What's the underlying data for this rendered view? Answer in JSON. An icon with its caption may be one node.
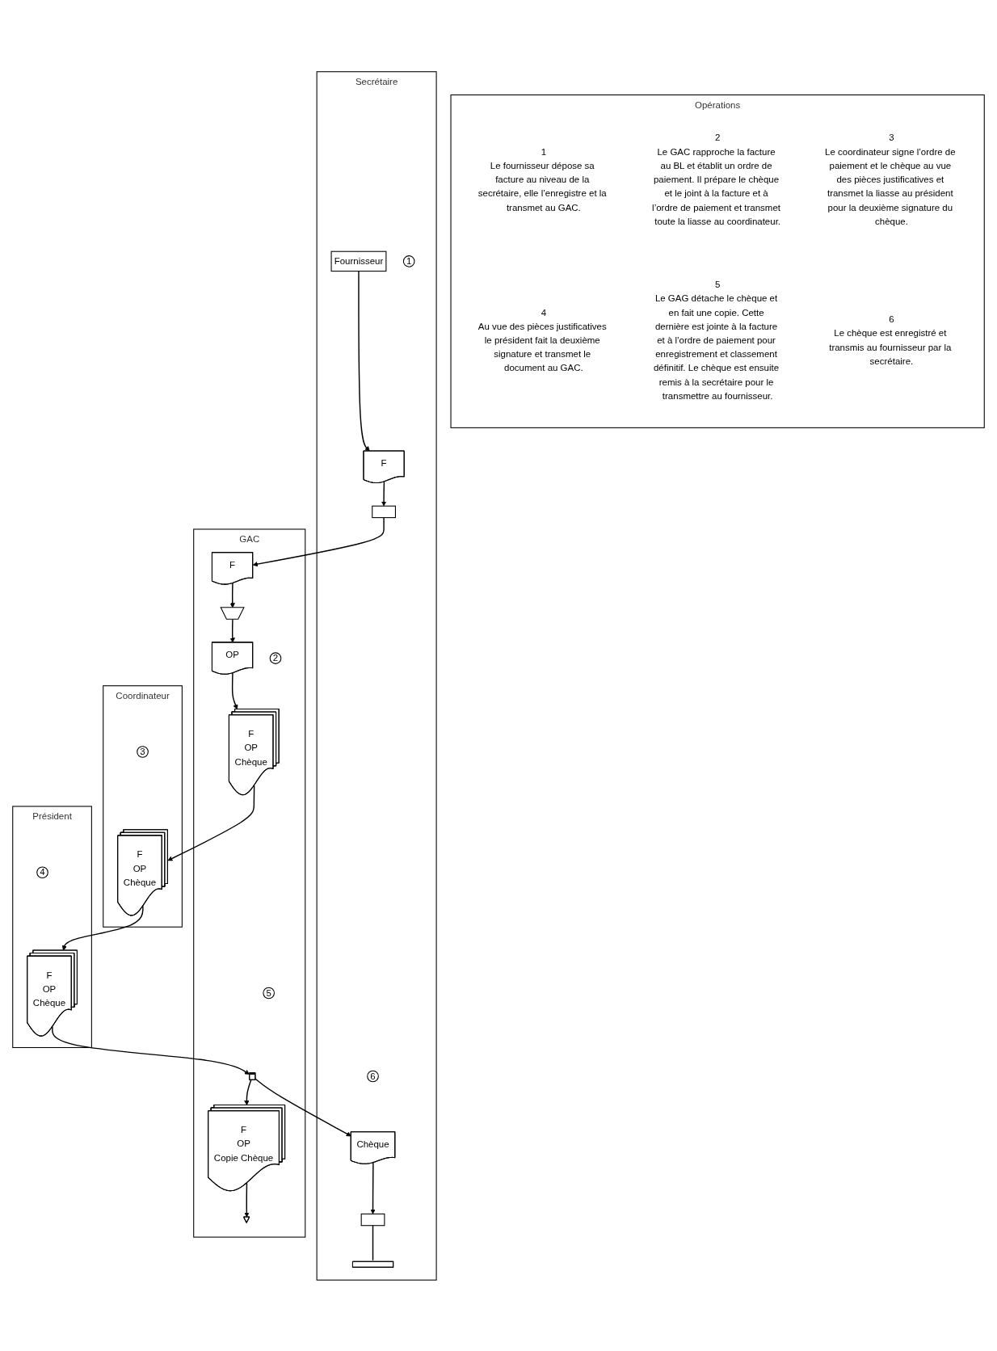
{
  "diagram": {
    "nodes": [
      {
        "text": [
          "Opérations"
        ]
      },
      {
        "text": [
          "1",
          "Le fournisseur dépose sa facture au niveau de la secrétaire, elle l’enregistre et la transmet au GAC."
        ],
        "in": 0
      },
      {
        "text": [
          "2",
          "Le GAC rapproche la facture au BL et établit un ordre de paiement. Il prépare le chèque et le joint à la facture et à l’ordre de paiement et transmet toute la liasse au coordinateur."
        ],
        "in": 0
      },
      {
        "text": [
          "3",
          "Le coordinateur signe l’ordre de paiement et le chèque au vue des pièces justificatives et transmet la liasse au président pour la deuxième signature du chèque."
        ],
        "in": 0
      },
      {
        "text": [
          "4",
          "Au vue des pièces justificatives le président fait la deuxième signature et transmet le document au GAC."
        ],
        "in": 0
      },
      {
        "text": [
          "5",
          "Le GAG détache le chèque et en fait une copie. Cette dernière est jointe à la facture et à l’ordre de paiement pour enregistrement et classement définitif. Le chèque est ensuite remis à la secrétaire pour le transmettre au fournisseur."
        ],
        "in": 0
      },
      {
        "text": [
          "6",
          "Le chèque est enregistré et transmis au fournisseur par la secrétaire."
        ],
        "in": 0
      },
      {
        "text": [
          "Secrétaire"
        ]
      },
      {
        "text": [
          "Fournisseur"
        ],
        "in": 7
      },
      {
        "text": [
          "1"
        ],
        "in": 7
      },
      {
        "text": [
          "F"
        ],
        "in": 7
      },
      {
        "text": [],
        "shape": "box",
        "in": 7
      },
      {
        "text": [
          "6"
        ],
        "in": 7
      },
      {
        "text": [
          "Chèque"
        ],
        "in": 7
      },
      {
        "text": [],
        "shape": "box",
        "in": 7
      },
      {
        "text": [],
        "shape": "bar",
        "in": 7
      },
      {
        "text": [
          "GAC"
        ]
      },
      {
        "text": [
          "F"
        ],
        "in": 16
      },
      {
        "text": [],
        "shape": "trapezoid",
        "in": 16
      },
      {
        "text": [
          "OP"
        ],
        "in": 16
      },
      {
        "text": [
          "2"
        ],
        "in": 16
      },
      {
        "text": [
          "F",
          "OP",
          "Chèque"
        ],
        "in": 16
      },
      {
        "text": [
          "5"
        ],
        "in": 16
      },
      {
        "text": [],
        "shape": "box",
        "in": 16
      },
      {
        "text": [
          "F",
          "OP",
          "Copie Chèque"
        ],
        "in": 16
      },
      {
        "text": [],
        "shape": "triangle",
        "in": 16
      },
      {
        "text": [
          "Coordinateur"
        ]
      },
      {
        "text": [
          "3"
        ],
        "in": 26
      },
      {
        "text": [
          "F",
          "OP",
          "Chèque"
        ],
        "in": 26
      },
      {
        "text": [
          "Président"
        ]
      },
      {
        "text": [
          "4"
        ],
        "in": 29
      },
      {
        "text": [
          "F",
          "OP",
          "Chèque"
        ],
        "in": 29
      }
    ],
    "edges": [
      {
        "from": 8,
        "to": 10,
        "arrow": "to"
      },
      {
        "from": 10,
        "to": 11,
        "arrow": "to"
      },
      {
        "from": 11,
        "to": 17,
        "arrow": "to"
      },
      {
        "from": 17,
        "to": 18,
        "arrow": "to"
      },
      {
        "from": 18,
        "to": 19,
        "arrow": "to"
      },
      {
        "from": 19,
        "to": 21,
        "arrow": "to"
      },
      {
        "from": 21,
        "to": 28,
        "arrow": "to"
      },
      {
        "from": 28,
        "to": 31,
        "arrow": "to"
      },
      {
        "from": 31,
        "to": 23,
        "arrow": "to"
      },
      {
        "from": 23,
        "to": 13,
        "arrow": "to"
      },
      {
        "from": 13,
        "to": 14,
        "arrow": "to"
      },
      {
        "from": 14,
        "to": 15,
        "arrow": "none"
      },
      {
        "from": 23,
        "to": 24,
        "arrow": "to"
      },
      {
        "from": 24,
        "to": 25,
        "arrow": "to"
      }
    ]
  }
}
